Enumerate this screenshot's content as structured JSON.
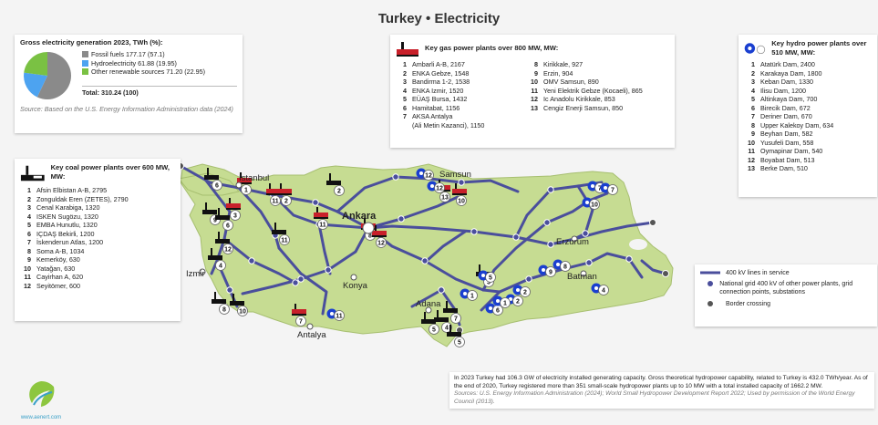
{
  "title": "Turkey • Electricity",
  "generation": {
    "header": "Gross electricity generation 2023, TWh (%):",
    "items": [
      {
        "label": "Fossil fuels 177.17 (57.1)",
        "color": "#8a8a8a",
        "share": 57.1
      },
      {
        "label": "Hydroelectricity 61.88 (19.95)",
        "color": "#4da3f0",
        "share": 19.95
      },
      {
        "label": "Other renewable sources 71.20 (22.95)",
        "color": "#7ac143",
        "share": 22.95
      }
    ],
    "total": "Total: 310.24 (100)",
    "source": "Source: Based on the U.S. Energy Information Administration data (2024)"
  },
  "gas": {
    "header": "Key gas power plants over 800 MW, MW:",
    "col1": [
      {
        "n": "1",
        "t": "Ambarli A-B, 2167"
      },
      {
        "n": "2",
        "t": "ENKA Gebze, 1548"
      },
      {
        "n": "3",
        "t": "Bandirma 1-2, 1538"
      },
      {
        "n": "4",
        "t": "ENKA Izmir, 1520"
      },
      {
        "n": "5",
        "t": "EÜAŞ Bursa, 1432"
      },
      {
        "n": "6",
        "t": "Hamitabat, 1156"
      },
      {
        "n": "7",
        "t": "AKSA Antalya"
      },
      {
        "n": "",
        "t": "(Ali Metin Kazanci), 1150"
      }
    ],
    "col2": [
      {
        "n": "8",
        "t": "Kirikkale, 927"
      },
      {
        "n": "9",
        "t": "Erzin, 904"
      },
      {
        "n": "10",
        "t": "OMV Samsun, 890"
      },
      {
        "n": "11",
        "t": "Yeni Elektrik Gebze (Kocaeli), 865"
      },
      {
        "n": "12",
        "t": "Ic Anadolu Kirikkale, 853"
      },
      {
        "n": "13",
        "t": "Cengiz Enerji Samsun, 850"
      }
    ]
  },
  "hydro": {
    "header": "Key hydro power plants over 510 MW, MW:",
    "items": [
      {
        "n": "1",
        "t": "Atatürk Dam, 2400"
      },
      {
        "n": "2",
        "t": "Karakaya Dam, 1800"
      },
      {
        "n": "3",
        "t": "Keban Dam, 1330"
      },
      {
        "n": "4",
        "t": "Ilisu Dam, 1200"
      },
      {
        "n": "5",
        "t": "Altinkaya Dam, 700"
      },
      {
        "n": "6",
        "t": "Birecik Dam, 672"
      },
      {
        "n": "7",
        "t": "Deriner Dam, 670"
      },
      {
        "n": "8",
        "t": "Upper Kalekoy Dam, 634"
      },
      {
        "n": "9",
        "t": "Beyhan Dam, 582"
      },
      {
        "n": "10",
        "t": "Yusufeli Dam, 558"
      },
      {
        "n": "11",
        "t": "Oymapinar Dam, 540"
      },
      {
        "n": "12",
        "t": "Boyabat Dam, 513"
      },
      {
        "n": "13",
        "t": "Berke Dam, 510"
      }
    ]
  },
  "coal": {
    "header": "Key coal power plants over 600 MW, MW:",
    "items": [
      {
        "n": "1",
        "t": "Afsin Elbistan A-B, 2795"
      },
      {
        "n": "2",
        "t": "Zonguldak Eren (ZETES), 2790"
      },
      {
        "n": "3",
        "t": "Cenal Karabiga, 1320"
      },
      {
        "n": "4",
        "t": "ISKEN Sugözu, 1320"
      },
      {
        "n": "5",
        "t": "EMBA Hunutlu, 1320"
      },
      {
        "n": "6",
        "t": "IÇDAŞ Bekirli, 1200"
      },
      {
        "n": "7",
        "t": "İskenderun Atlas, 1200"
      },
      {
        "n": "8",
        "t": "Soma A-B, 1034"
      },
      {
        "n": "9",
        "t": "Kemerköy, 630"
      },
      {
        "n": "10",
        "t": "Yatağan, 630"
      },
      {
        "n": "11",
        "t": "Cayirhan A, 620"
      },
      {
        "n": "12",
        "t": "Seyitömer, 600"
      }
    ]
  },
  "legend": {
    "line": "400 kV lines in service",
    "grid": "National grid 400 kV of other power plants, grid connection points, substations",
    "border": "Border crossing"
  },
  "cities": {
    "istanbul": "Istanbul",
    "samsun": "Samsun",
    "ankara": "Ankara",
    "erzurum": "Erzurum",
    "izmir": "Izmir",
    "konya": "Konya",
    "batman": "Batman",
    "adana": "Adana",
    "antalya": "Antalya"
  },
  "footnote": {
    "text": "In 2023 Turkey had 106.3 GW of electricity installed generating capacity. Gross theoretical hydropower capability, related to Turkey is 432.0 TWh/year. As of the end of 2020, Turkey registered more than 351 small-scale hydropower plants up to 10 MW with a total installed capacity of 1662.2 MW.",
    "sources": "Sources: U.S. Energy Information Administration (2024); World Small Hydropower Development Report 2022; Used by permission of the World Energy Council (2013)."
  },
  "brand": {
    "url": "www.aenert.com"
  },
  "colors": {
    "land": "#c6dc92",
    "line": "#4a4e9c",
    "gas": "#c8202a",
    "coal": "#111111",
    "hydro": "#1a3fd0"
  }
}
